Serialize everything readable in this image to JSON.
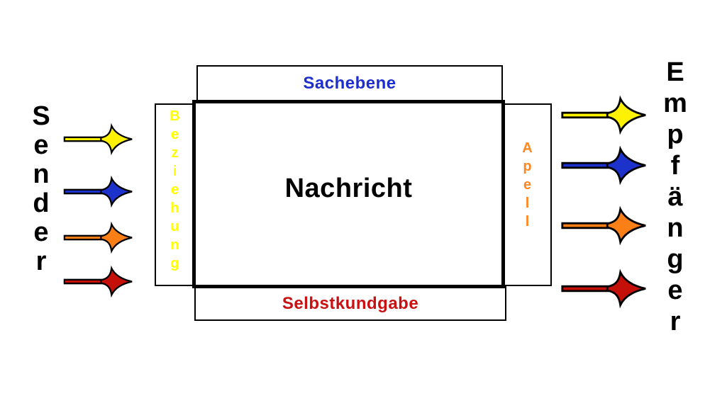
{
  "model": {
    "sender": {
      "label": "Sender"
    },
    "empfaenger": {
      "label": "Empfänger"
    },
    "boxes": {
      "sachebene": {
        "label": "Sachebene",
        "text_color": "#1e2ecd"
      },
      "nachricht": {
        "label": "Nachricht",
        "text_color": "#000000"
      },
      "beziehung": {
        "label": "Beziehung",
        "text_color": "#ffff00"
      },
      "apell": {
        "label": "Apell",
        "text_color": "#ff871f"
      },
      "selbstkundgabe": {
        "label": "Selbstkundgabe",
        "text_color": "#c81112"
      }
    }
  },
  "arrows": {
    "outline_color": "#000000",
    "left": [
      {
        "name": "yellow-arrow",
        "hex": "#fff200"
      },
      {
        "name": "blue-arrow",
        "hex": "#1c32cb"
      },
      {
        "name": "orange-arrow",
        "hex": "#f97f16"
      },
      {
        "name": "red-arrow",
        "hex": "#c41008"
      }
    ],
    "right": [
      {
        "name": "yellow-arrow",
        "hex": "#fff200"
      },
      {
        "name": "blue-arrow",
        "hex": "#1c32cb"
      },
      {
        "name": "orange-arrow",
        "hex": "#f97f16"
      },
      {
        "name": "red-arrow",
        "hex": "#c41008"
      }
    ]
  }
}
